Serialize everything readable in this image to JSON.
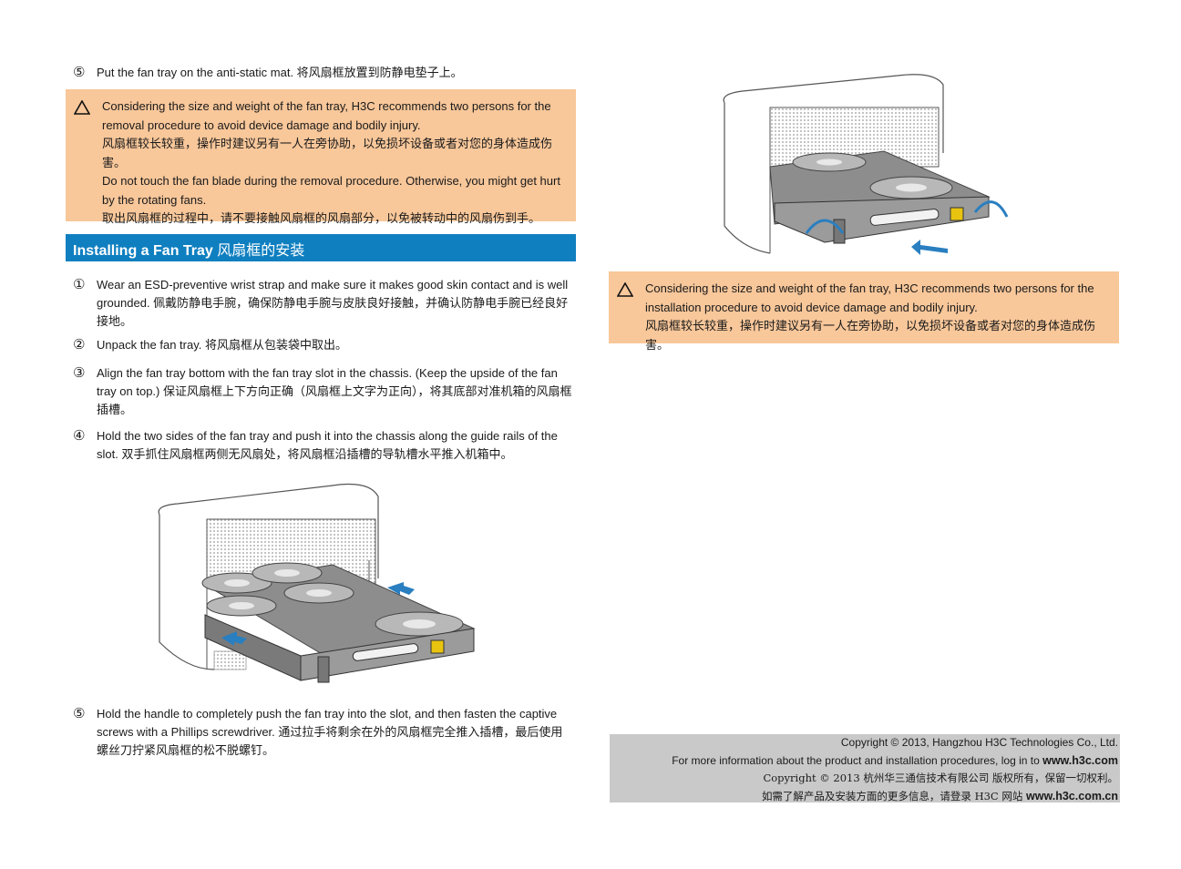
{
  "step5_remove": {
    "num": "⑤",
    "text": "Put the fan tray on the anti-static mat. 将风扇框放置到防静电垫子上。"
  },
  "warning_removal": {
    "lines": [
      "Considering the size and weight of the fan tray, H3C recommends two persons for the removal procedure to avoid device damage and bodily injury.",
      "风扇框较长较重，操作时建议另有一人在旁协助，以免损坏设备或者对您的身体造成伤害。",
      "Do not touch the fan blade during the removal procedure. Otherwise, you might get hurt by the rotating fans.",
      "取出风扇框的过程中，请不要接触风扇框的风扇部分，以免被转动中的风扇伤到手。"
    ]
  },
  "section": {
    "title_en": "Installing a Fan Tray",
    "title_cn": "风扇框的安装"
  },
  "install_steps": [
    {
      "num": "①",
      "text": "Wear an ESD-preventive wrist strap and make sure it makes good skin contact and is well grounded. 佩戴防静电手腕，确保防静电手腕与皮肤良好接触，并确认防静电手腕已经良好接地。"
    },
    {
      "num": "②",
      "text": "Unpack the fan tray. 将风扇框从包装袋中取出。"
    },
    {
      "num": "③",
      "text": "Align the fan tray bottom with the fan tray slot in the chassis. (Keep the upside of the fan tray on top.) 保证风扇框上下方向正确（风扇框上文字为正向），将其底部对准机箱的风扇框插槽。"
    },
    {
      "num": "④",
      "text": "Hold the two sides of the fan tray and push it into the chassis along the guide rails of the slot. 双手抓住风扇框两侧无风扇处，将风扇框沿插槽的导轨槽水平推入机箱中。"
    },
    {
      "num": "⑤",
      "text": "Hold the handle to completely push the fan tray into the slot, and then fasten the captive screws with a Phillips screwdriver. 通过拉手将剩余在外的风扇框完全推入插槽，最后使用螺丝刀拧紧风扇框的松不脱螺钉。"
    }
  ],
  "warning_install": {
    "lines": [
      "Considering the size and weight of the fan tray, H3C recommends two persons for the installation procedure to avoid device damage and bodily injury.",
      "风扇框较长较重，操作时建议另有一人在旁协助，以免损坏设备或者对您的身体造成伤害。"
    ]
  },
  "footer": {
    "line1": "Copyright © 2013, Hangzhou H3C Technologies Co., Ltd.",
    "line2_text": "For more information about the product and installation procedures, log in to ",
    "line2_url": "www.h3c.com",
    "line3": "Copyright © 2013 杭州华三通信技术有限公司 版权所有，保留一切权利。",
    "line4_text": "如需了解产品及安装方面的更多信息，请登录 H3C 网站 ",
    "line4_url": "www.h3c.com.cn"
  },
  "colors": {
    "warning_bg": "#f8c79a",
    "section_bar": "#0f7fc0",
    "footer_bg": "#c9c9c9",
    "arrow_blue": "#2a7fc0"
  },
  "icons": [
    "warning-triangle-icon"
  ]
}
